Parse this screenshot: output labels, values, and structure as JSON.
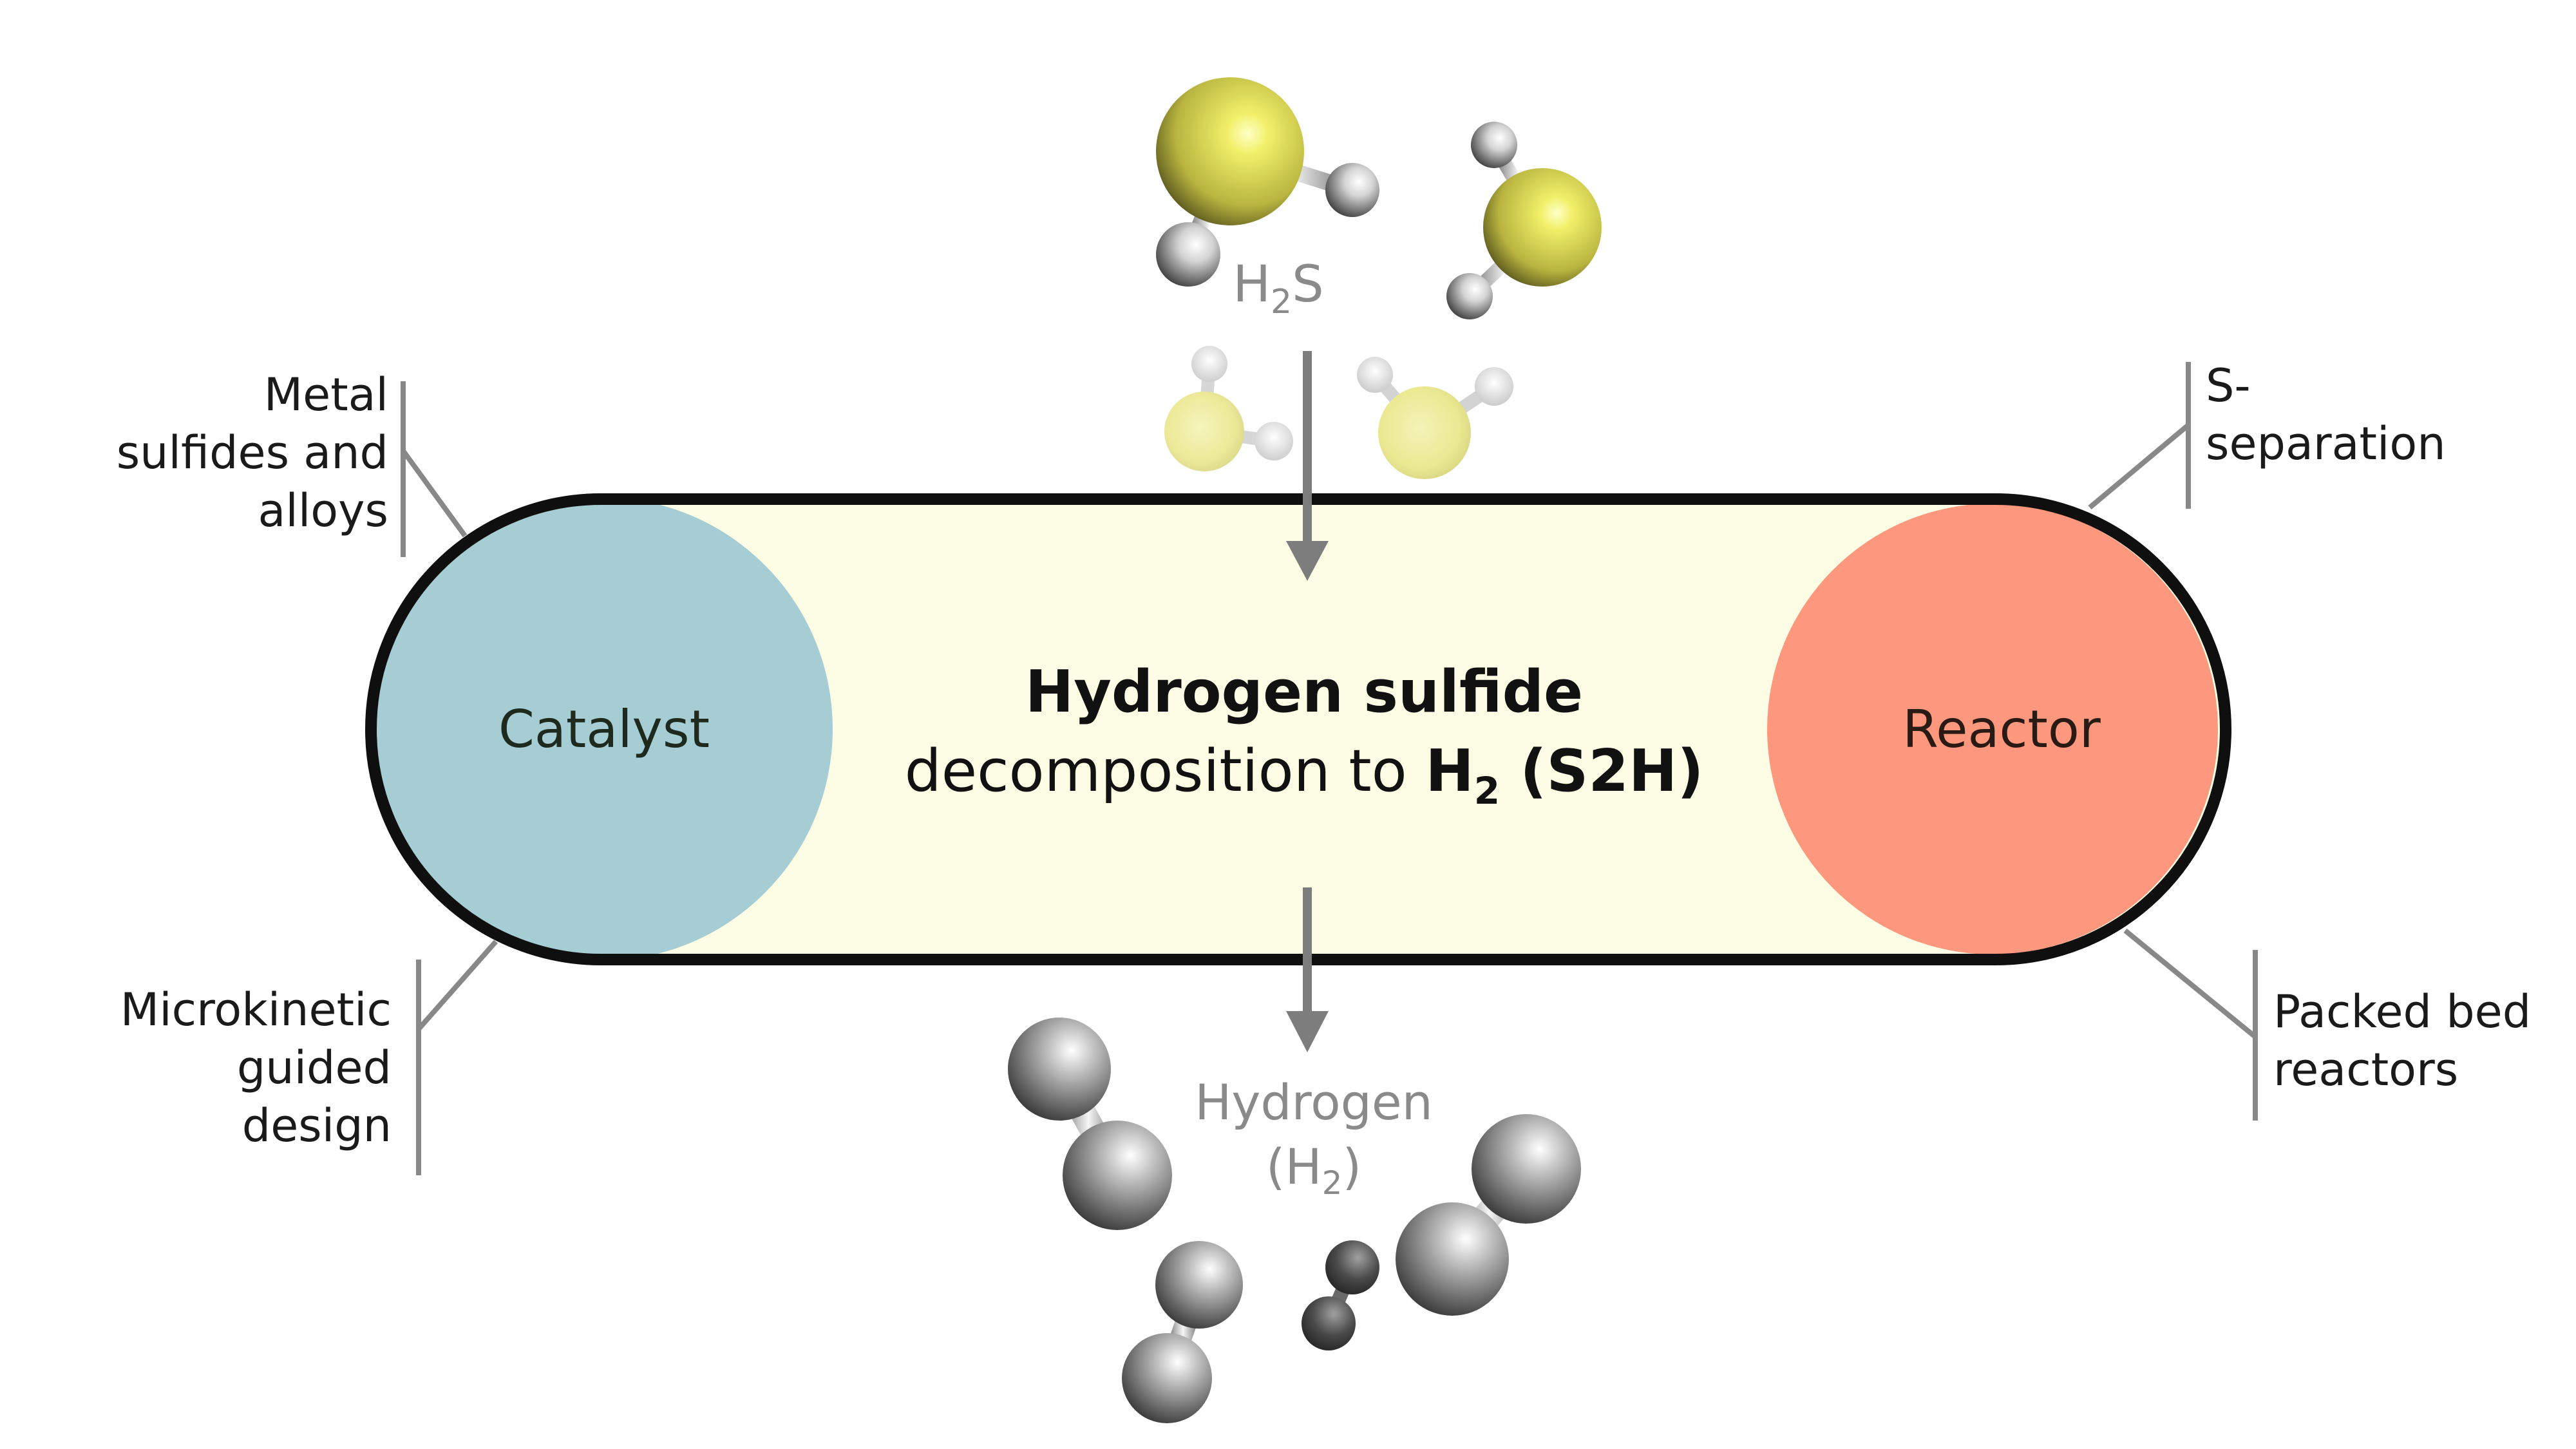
{
  "molecules_in": {
    "formula_main": "H",
    "formula_sub": "2",
    "formula_tail": "S"
  },
  "molecules_out": {
    "line1": "Hydrogen",
    "line2_open": "(H",
    "line2_sub": "2",
    "line2_close": ")"
  },
  "capsule": {
    "title": "Hydrogen sulfide",
    "subtitle_prefix": "decomposition to ",
    "subtitle_h": "H",
    "subtitle_sub": "2",
    "subtitle_suffix": " (S2H)"
  },
  "catalyst": {
    "label": "Catalyst"
  },
  "reactor": {
    "label": "Reactor"
  },
  "callouts": {
    "top_left": [
      "Metal",
      "sulfides and",
      "alloys"
    ],
    "bottom_left": [
      "Microkinetic",
      "guided",
      "design"
    ],
    "top_right": [
      "S-",
      "separation"
    ],
    "bottom_right": [
      "Packed bed",
      "reactors"
    ]
  },
  "colors": {
    "capsule_fill": "#fdfde6",
    "capsule_stroke": "#0f0f0f",
    "catalyst": "#a5cdd3",
    "reactor": "#fd977e",
    "arrow": "#7d7d7d",
    "leader": "#888888",
    "sulfur": "#e7e56a",
    "hydrogen_atom": "#d9d9d9",
    "h2_atom": "#8a8a8a"
  },
  "icons": [
    "h2s-molecule-icon",
    "h2-molecule-icon",
    "down-arrow-icon"
  ]
}
